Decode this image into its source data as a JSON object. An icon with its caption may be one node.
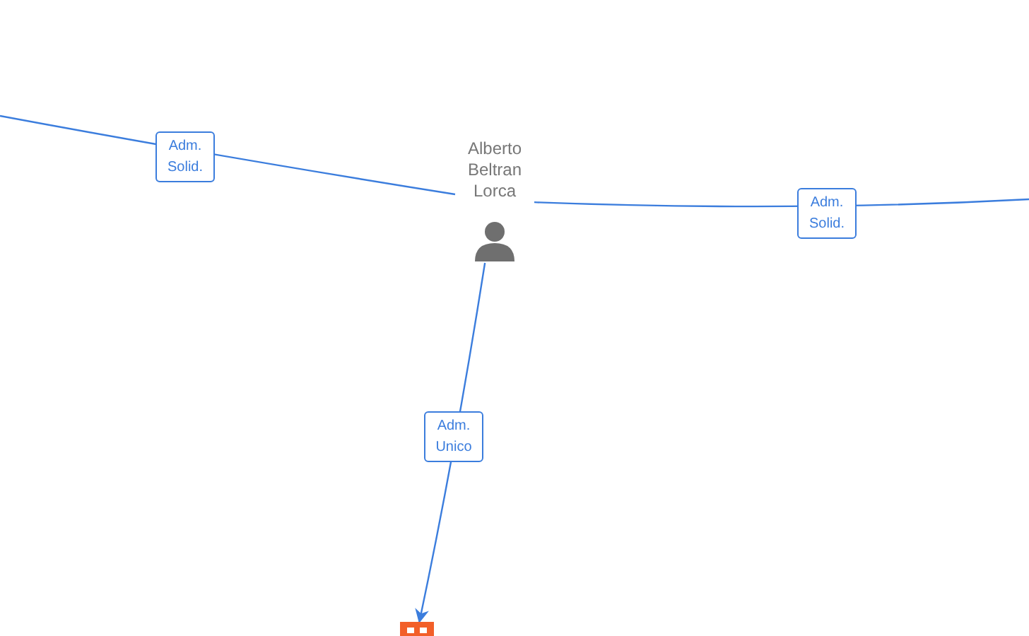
{
  "diagram": {
    "nodes": [
      {
        "text": [
          "Alberto Beltran Lorca"
        ]
      },
      {
        "text": [],
        "shape": "picture"
      }
    ],
    "edges": [
      {
        "from": null,
        "to": 0,
        "arrow": "none",
        "label": "Adm. Solid."
      },
      {
        "from": 0,
        "to": null,
        "arrow": "none",
        "label": "Adm. Solid."
      },
      {
        "from": 0,
        "to": 1,
        "arrow": "to",
        "label": "Adm. Unico"
      }
    ]
  }
}
